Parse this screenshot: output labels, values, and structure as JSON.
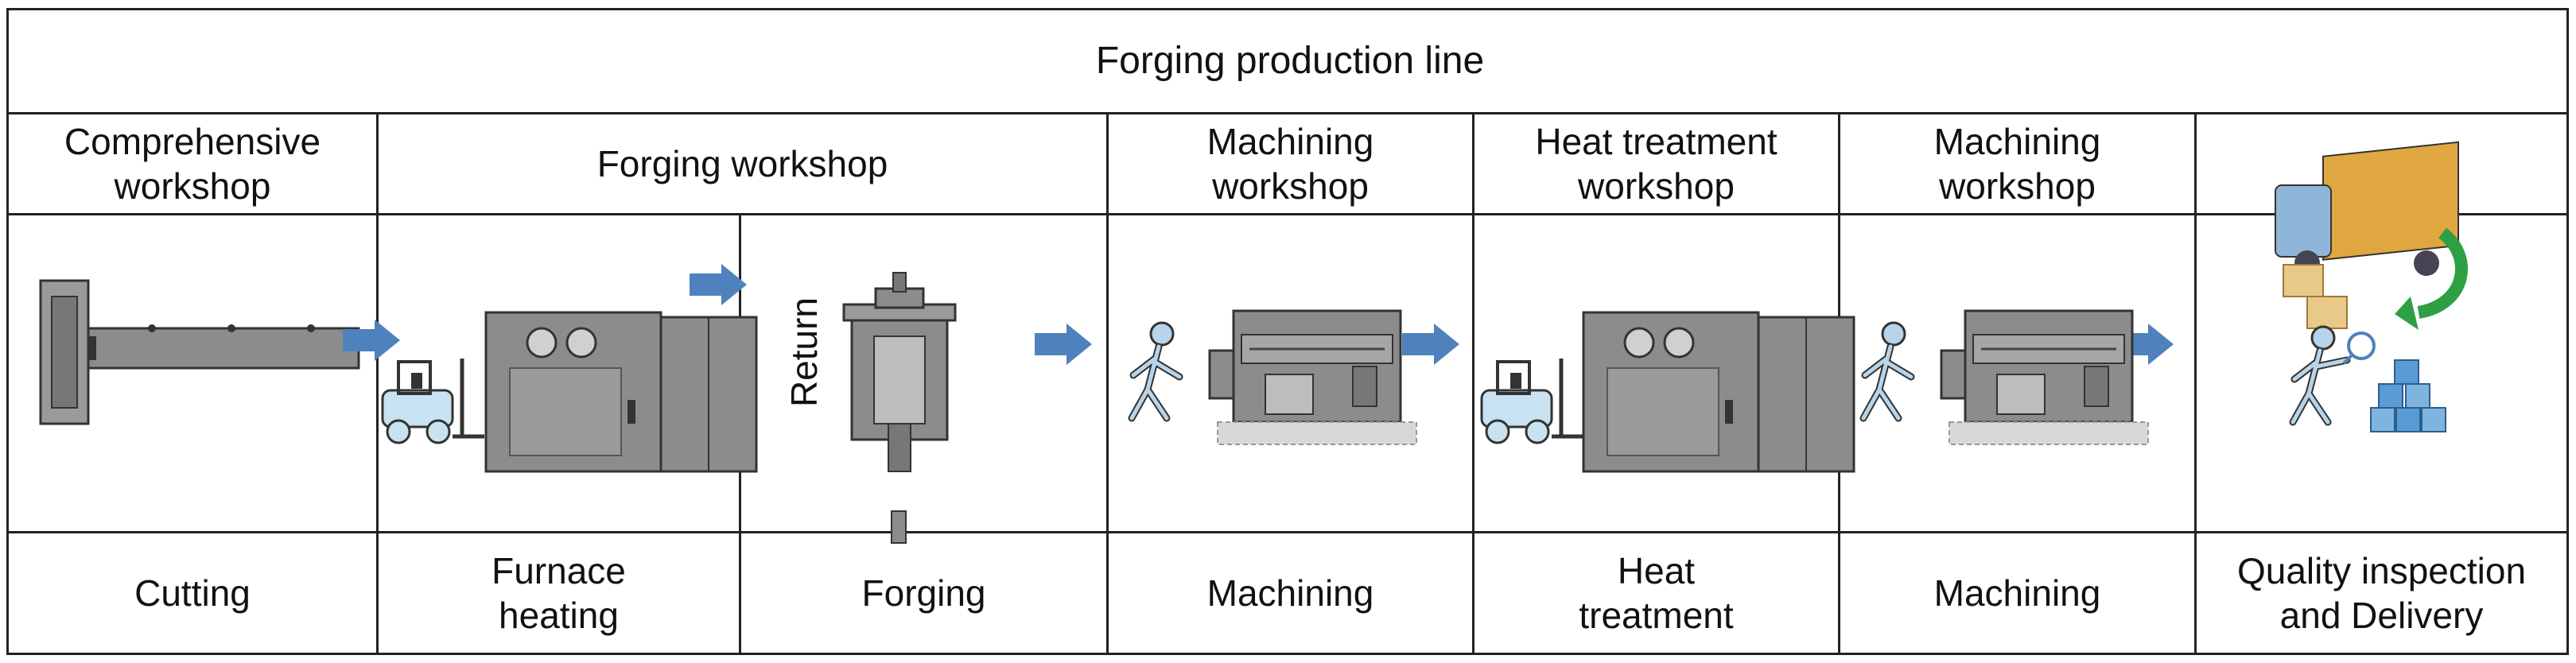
{
  "title": "Forging production line",
  "workshops": [
    {
      "label": "Comprehensive\nworkshop"
    },
    {
      "label": "Forging workshop"
    },
    {
      "label": "Machining\nworkshop"
    },
    {
      "label": "Heat treatment\nworkshop"
    },
    {
      "label": "Machining\nworkshop"
    },
    {
      "label": ""
    }
  ],
  "processes": [
    {
      "label": "Cutting"
    },
    {
      "label": "Furnace\nheating"
    },
    {
      "label": "Forging"
    },
    {
      "label": "Machining"
    },
    {
      "label": "Heat\ntreatment"
    },
    {
      "label": "Machining"
    },
    {
      "label": "Quality inspection\nand Delivery"
    }
  ],
  "return_label": "Return",
  "colors": {
    "arrow": "#4f81bd",
    "machine": "#8c8c8c",
    "machine_dark": "#5a5a5a",
    "person": "#b7d4ea",
    "forklift": "#c9e2f2",
    "box": "#e8c98a",
    "delivery_arrow": "#2ea043",
    "cubes": "#5b9bd5"
  },
  "icons": [
    "saw-machine-icon",
    "forklift-icon",
    "furnace-icon",
    "forging-press-icon",
    "worker-icon",
    "cnc-lathe-icon",
    "delivery-truck-icon",
    "inspector-icon",
    "cubes-icon"
  ]
}
